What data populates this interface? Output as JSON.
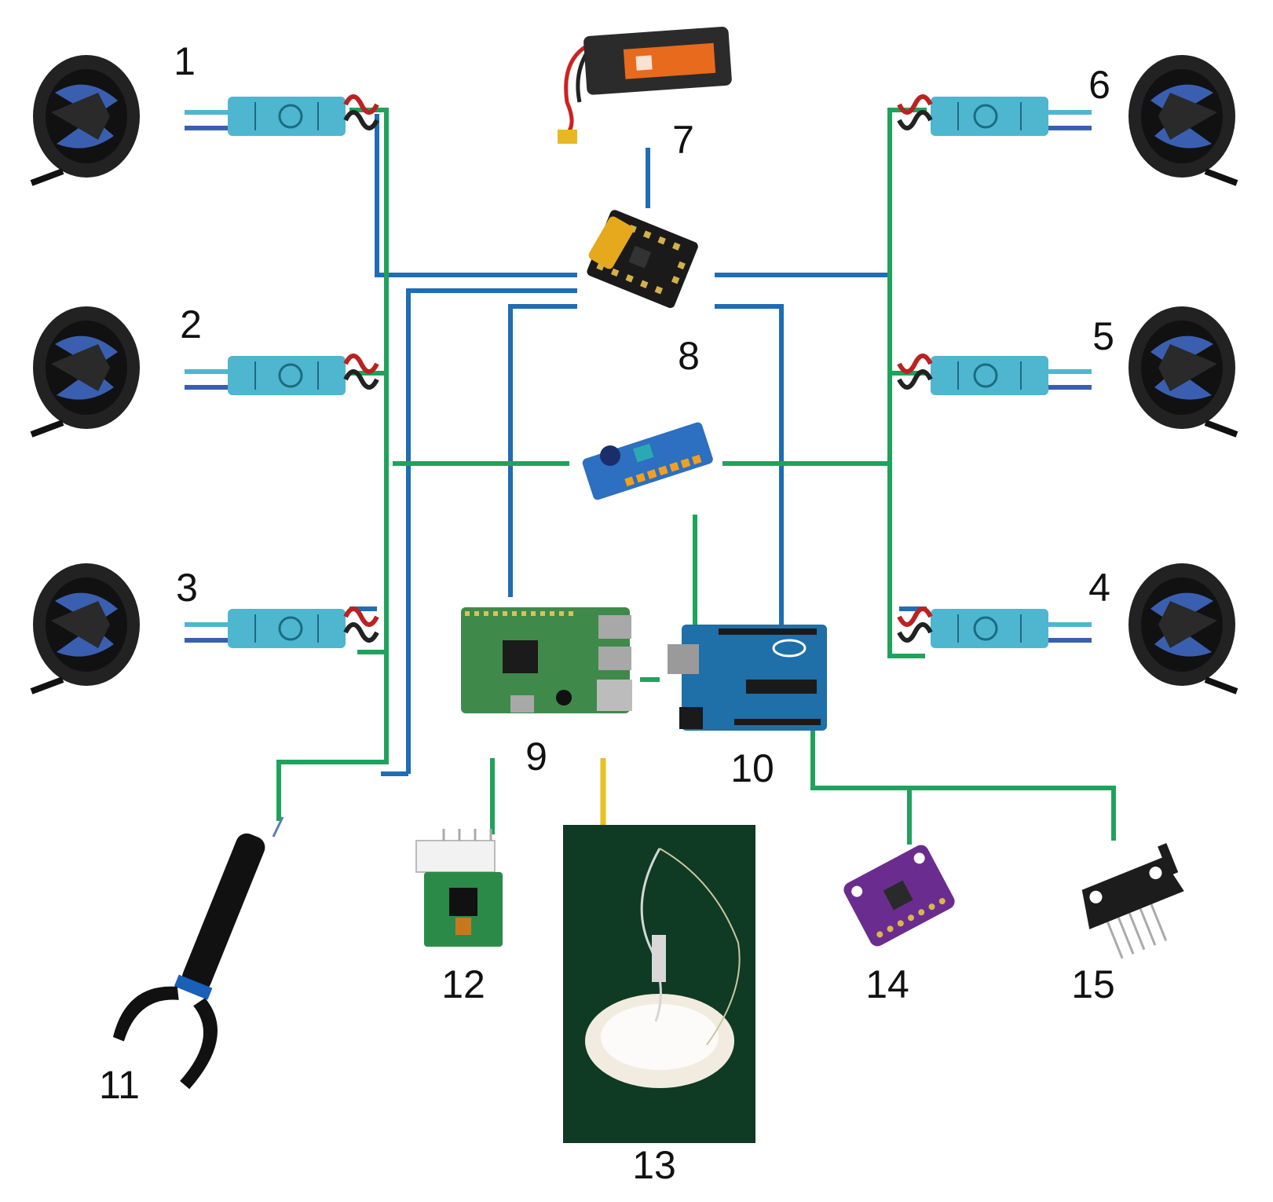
{
  "labels": {
    "thruster_1": "1",
    "thruster_2": "2",
    "thruster_3": "3",
    "thruster_4": "4",
    "thruster_5": "5",
    "thruster_6": "6",
    "battery": "7",
    "power_board": "8",
    "raspberry_pi": "9",
    "arduino": "10",
    "gripper": "11",
    "camera": "12",
    "light": "13",
    "imu": "14",
    "pressure_sensor": "15"
  },
  "colors": {
    "power_line": "#1e6db5",
    "signal_line": "#1fa35c",
    "light_line": "#e8c020",
    "esc_body": "#4fb6cf",
    "thruster_body": "#222222",
    "propeller": "#3a5fb0",
    "battery_body": "#2b2b2b",
    "battery_label": "#e86a1c",
    "pi_board": "#3f8a4a",
    "arduino_board": "#1f6fa8",
    "pwm_board": "#2d6fc0",
    "imu_board": "#6a2d8f",
    "camera_board": "#2c8a48"
  }
}
